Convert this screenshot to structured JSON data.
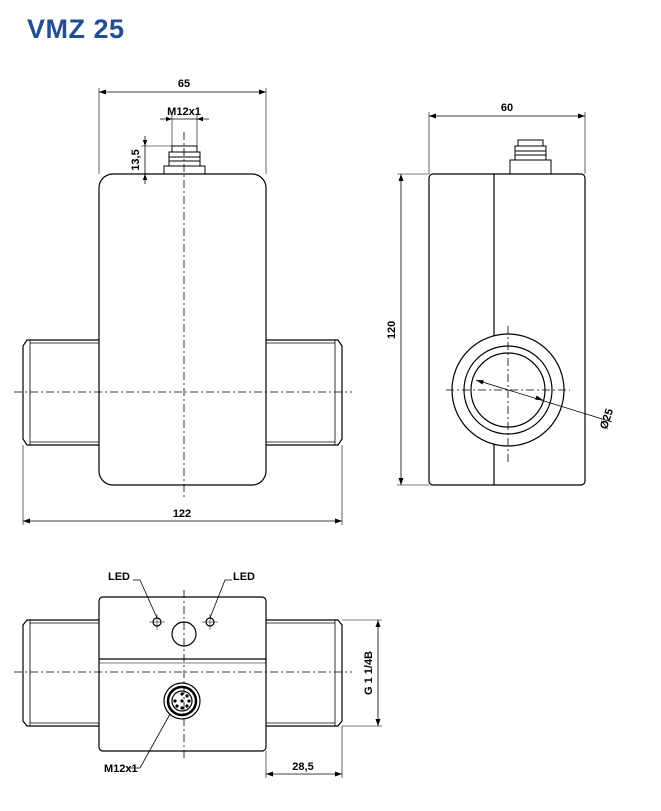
{
  "title": "VMZ 25",
  "colors": {
    "title": "#1f4e9b",
    "line": "#000000"
  },
  "dimensions": {
    "front_width": "65",
    "thread_front": "M12x1",
    "connector_height": "13,5",
    "overall_length": "122",
    "side_width": "60",
    "height": "120",
    "bore_diameter": "Ø25",
    "pipe_thread": "G 1 1/4B",
    "pipe_length": "28,5",
    "thread_bottom": "M12x1"
  },
  "labels": {
    "led_left": "LED",
    "led_right": "LED"
  }
}
